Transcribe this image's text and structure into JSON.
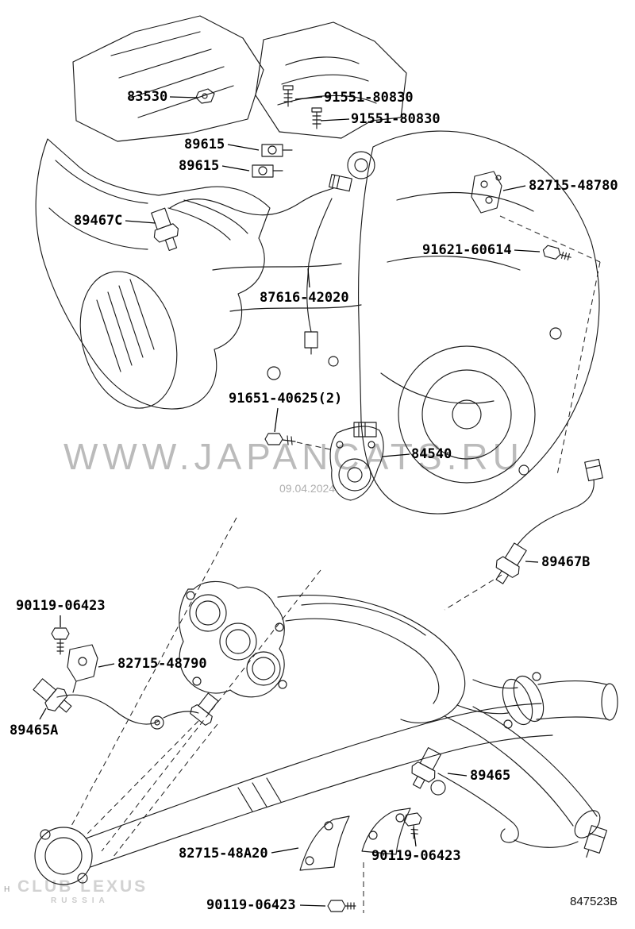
{
  "diagram": {
    "labels": [
      {
        "id": "83530",
        "text": "83530"
      },
      {
        "id": "91551-80830-a",
        "text": "91551-80830"
      },
      {
        "id": "91551-80830-b",
        "text": "91551-80830"
      },
      {
        "id": "89615-a",
        "text": "89615"
      },
      {
        "id": "89615-b",
        "text": "89615"
      },
      {
        "id": "82715-48780",
        "text": "82715-48780"
      },
      {
        "id": "89467C",
        "text": "89467C"
      },
      {
        "id": "91621-60614",
        "text": "91621-60614"
      },
      {
        "id": "87616-42020",
        "text": "87616-42020"
      },
      {
        "id": "91651-40625",
        "text": "91651-40625(2)"
      },
      {
        "id": "84540",
        "text": "84540"
      },
      {
        "id": "89467B",
        "text": "89467B"
      },
      {
        "id": "90119-06423-a",
        "text": "90119-06423"
      },
      {
        "id": "82715-48790",
        "text": "82715-48790"
      },
      {
        "id": "89465A",
        "text": "89465A"
      },
      {
        "id": "89465",
        "text": "89465"
      },
      {
        "id": "82715-48A20",
        "text": "82715-48A20"
      },
      {
        "id": "90119-06423-b",
        "text": "90119-06423"
      },
      {
        "id": "90119-06423-c",
        "text": "90119-06423"
      }
    ],
    "watermark": {
      "site": "WWW.JAPANCATS.RU",
      "date": "09.04.2024",
      "club_line1": "CLUB LEXUS",
      "club_line2": "RUSSIA"
    },
    "footer": {
      "drawing_number": "847523B",
      "sheet_mark": "H"
    },
    "colors": {
      "line": "#1c1c1c",
      "label": "#000000",
      "watermark": "#8f8f8f"
    }
  }
}
